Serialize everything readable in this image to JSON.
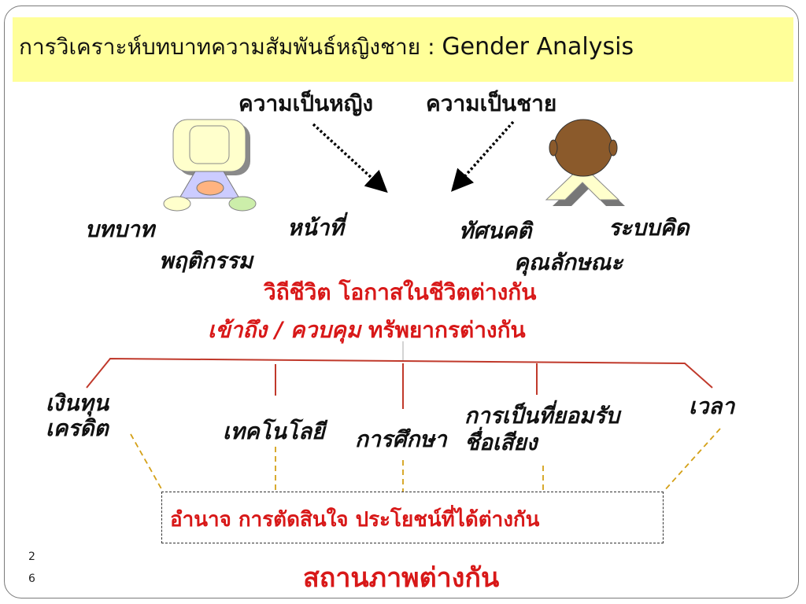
{
  "slide": {
    "title_thai": "การวิเคราะห์บทบาทความสัมพันธ์หญิงชาย : ",
    "title_en": "Gender Analysis",
    "page_number_top": "2",
    "page_number_bottom": "6"
  },
  "concepts": {
    "femininity": "ความเป็นหญิง",
    "masculinity": "ความเป็นชาย"
  },
  "female_attributes": {
    "role": "บทบาท",
    "duty": "หน้าที่",
    "behavior": "พฤติกรรม"
  },
  "male_attributes": {
    "attitude": "ทัศนคติ",
    "thinking_system": "ระบบคิด",
    "characteristics": "คุณลักษณะ"
  },
  "outcomes": {
    "lifestyle": "วิถีชีวิต  โอกาสในชีวิตต่างกัน",
    "access_prefix": "เข้าถึง / ควบคุม",
    "access_suffix": " ทรัพยากรต่างกัน"
  },
  "resources": {
    "capital_line1": "เงินทุน",
    "capital_line2": "เครดิต",
    "technology": "เทคโนโลยี",
    "education": "การศึกษา",
    "recognition_line1": "การเป็นที่ยอมรับ",
    "recognition_line2": "ชื่อเสียง",
    "time": "เวลา"
  },
  "power_box": "อำนาจ  การตัดสินใจ  ประโยชน์ที่ได้ต่างกัน",
  "conclusion": "สถานภาพต่างกัน",
  "colors": {
    "title_bg": "#ffff99",
    "accent_red": "#d81818",
    "tree_line": "#c0392b",
    "dash_gold": "#d4a017",
    "male_head": "#8b5a2b",
    "female_figure": "#ffffcc"
  }
}
